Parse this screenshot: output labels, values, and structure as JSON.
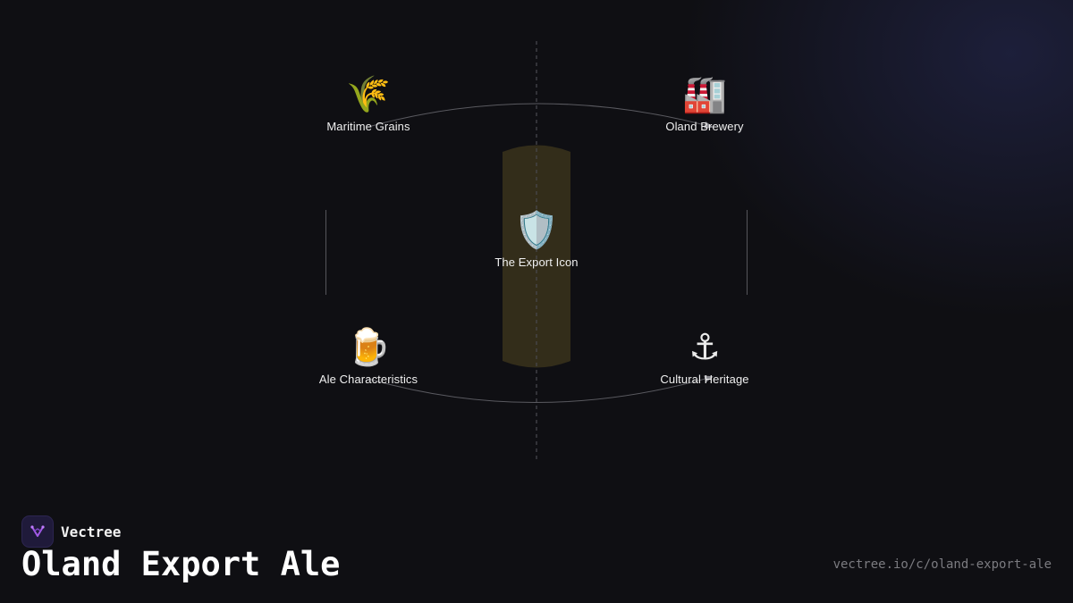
{
  "brand": {
    "name": "Vectree",
    "logo_icon": "vectree-logo-icon"
  },
  "title": "Oland Export Ale",
  "url": "vectree.io/c/oland-export-ale",
  "diagram": {
    "center": {
      "icon": "🛡️",
      "icon_name": "shield-icon",
      "label": "The Export Icon"
    },
    "nodes": [
      {
        "id": "grains",
        "icon": "🌾",
        "icon_name": "wheat-icon",
        "label": "Maritime Grains"
      },
      {
        "id": "brewery",
        "icon": "🏭",
        "icon_name": "factory-icon",
        "label": "Oland Brewery"
      },
      {
        "id": "ale",
        "icon": "🍺",
        "icon_name": "beer-mug-icon",
        "label": "Ale Characteristics"
      },
      {
        "id": "heritage",
        "icon": "⚓",
        "icon_name": "anchor-icon",
        "label": "Cultural Heritage"
      }
    ],
    "connections": [
      {
        "from": "Maritime Grains",
        "to": "Oland Brewery",
        "arrow": true
      },
      {
        "from": "Ale Characteristics",
        "to": "Cultural Heritage",
        "arrow": true
      }
    ]
  },
  "colors": {
    "background": "#0f0f13",
    "center_band": "#3a321c",
    "connector": "#5a5a60",
    "divider": "#3c3c42",
    "text": "#f0f0f0",
    "url_text": "#7b7b80"
  }
}
